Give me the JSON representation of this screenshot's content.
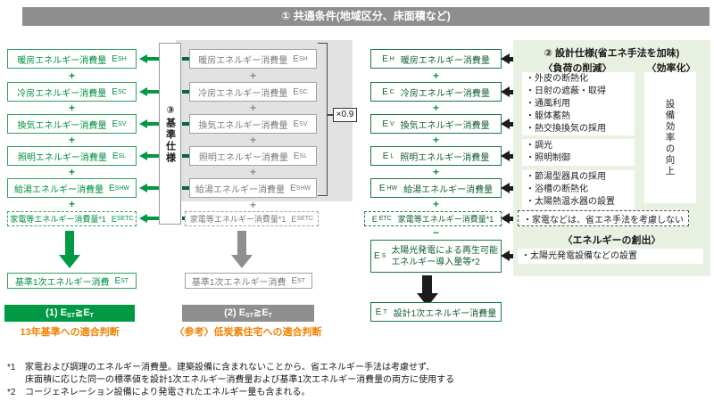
{
  "title": "① 共通条件(地域区分、床面積など)",
  "symbols": {
    "plus": "+",
    "minus": "−",
    "multiplier": "×0.9"
  },
  "center_label": {
    "num": "③",
    "label": "基準仕様"
  },
  "left_column": {
    "items": [
      {
        "label": "暖房エネルギー消費量",
        "sym": "E",
        "sub": "SH"
      },
      {
        "label": "冷房エネルギー消費量",
        "sym": "E",
        "sub": "SC"
      },
      {
        "label": "換気エネルギー消費量",
        "sym": "E",
        "sub": "SV"
      },
      {
        "label": "照明エネルギー消費量",
        "sym": "E",
        "sub": "SL"
      },
      {
        "label": "給湯エネルギー消費量",
        "sym": "E",
        "sub": "SHW"
      },
      {
        "label": "家電等エネルギー消費量*1",
        "sym": "E",
        "sub": "SETC"
      }
    ],
    "result": {
      "label": "基準1次エネルギー消費",
      "sym": "E",
      "sub": "ST"
    },
    "judgment": {
      "num": "(1)",
      "base": "E",
      "sub1": "ST",
      "op": "≧",
      "sub2": "T"
    },
    "caption": "13年基準への適合判断"
  },
  "middle_column": {
    "items": [
      {
        "label": "暖房エネルギー消費量",
        "sym": "E",
        "sub": "SH"
      },
      {
        "label": "冷房エネルギー消費量",
        "sym": "E",
        "sub": "SC"
      },
      {
        "label": "換気エネルギー消費量",
        "sym": "E",
        "sub": "SV"
      },
      {
        "label": "照明エネルギー消費量",
        "sym": "E",
        "sub": "SL"
      },
      {
        "label": "給湯エネルギー消費量",
        "sym": "E",
        "sub": "SHW"
      },
      {
        "label": "家電等エネルギー消費量*1",
        "sym": "E",
        "sub": "SETC"
      }
    ],
    "result": {
      "label": "基準1次エネルギー消費",
      "sym": "E",
      "sub": "ST"
    },
    "judgment": {
      "num": "(2)",
      "base": "E",
      "sub1": "ST",
      "op": "≧",
      "sub2": "T"
    },
    "caption": "〈参考〉低炭素住宅への適合判断"
  },
  "right_column": {
    "items": [
      {
        "sym": "E",
        "sub": "H",
        "label": "暖房エネルギー消費量"
      },
      {
        "sym": "E",
        "sub": "C",
        "label": "冷房エネルギー消費量"
      },
      {
        "sym": "E",
        "sub": "V",
        "label": "換気エネルギー消費量"
      },
      {
        "sym": "E",
        "sub": "L",
        "label": "照明エネルギー消費量"
      },
      {
        "sym": "E",
        "sub": "HW",
        "label": "給湯エネルギー消費量"
      },
      {
        "sym": "E",
        "sub": "ETC",
        "label": "家電等エネルギー消費量*1"
      }
    ],
    "renewable": {
      "sym": "E",
      "sub": "S",
      "line1": "太陽光発電による再生可能",
      "line2": "エネルギー導入量等*2"
    },
    "result": {
      "sym": "E",
      "sub": "T",
      "label": "設計1次エネルギー消費量"
    }
  },
  "design_panel": {
    "title": "② 設計仕様(省エネ手法を加味)",
    "load_header": "〈負荷の削減〉",
    "efficiency_header": "〈効率化〉",
    "load_groups": [
      {
        "items": [
          "・外皮の断熱化",
          "・日射の遮蔽・取得",
          "・通風利用",
          "・躯体蓄熱",
          "・熱交換換気の採用"
        ]
      },
      {
        "items": [
          "・調光",
          "・照明制御"
        ]
      },
      {
        "items": [
          "・節湯型器具の採用",
          "・浴槽の断熱化",
          "・太陽熱温水器の設置"
        ]
      }
    ],
    "efficiency_label": "設備効率の向上",
    "appliance_note": "・家電などは、省エネ手法を考慮しない",
    "creation_header": "〈エネルギーの創出〉",
    "creation_item": "・太陽光発電設備などの設置"
  },
  "footnotes": {
    "lines": [
      {
        "marker": "*1",
        "text": "家電および調理のエネルギー消費量。建築設備に含まれないことから、省エネルギー手法は考慮せず、"
      },
      {
        "marker": "",
        "text": "床面積に応じた同一の標準値を設計1次エネルギー消費量および基準1次エネルギー消費量の両方に使用する"
      },
      {
        "marker": "*2",
        "text": "コージェネレーション設備により発電されたエネルギー量も含まれる。"
      }
    ]
  },
  "colors": {
    "green": "#009a44",
    "dark_green": "#006b35",
    "gray": "#8e8e8e",
    "orange": "#ef8200",
    "panel_green": "#e9f1e3",
    "panel_gray": "#e2e2e2"
  }
}
